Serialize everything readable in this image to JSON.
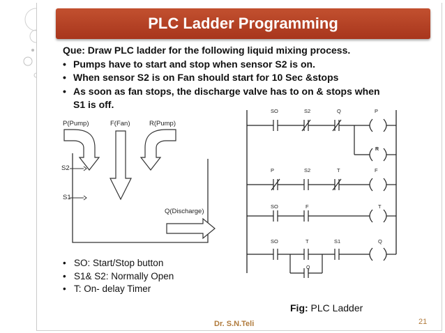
{
  "title": "PLC Ladder Programming",
  "question": {
    "prompt": "Que: Draw  PLC ladder for the following liquid mixing process.",
    "bullets": [
      "Pumps have to start and stop when sensor S2 is on.",
      "When sensor S2 is on Fan should start for 10 Sec &stops",
      "As soon as fan stops, the discharge valve has to on & stops when"
    ],
    "bullet3_cont": "S1 is off.",
    "bullet_glyph": "•"
  },
  "tank": {
    "label_p_pump": "P(Pump)",
    "label_f_fan": "F(Fan)",
    "label_r_pump": "R(Pump)",
    "label_s2": "S2",
    "label_s1": "S1",
    "label_q_discharge": "Q(Discharge)"
  },
  "ladder": {
    "rung1": {
      "c1": "SO",
      "c2": "S2",
      "c3": "Q",
      "coil": "P",
      "branch_coil": "R"
    },
    "rung2": {
      "c1": "P",
      "c2": "S2",
      "c3": "T",
      "coil": "F"
    },
    "rung3": {
      "c1": "SO",
      "c2": "F",
      "coil": "T"
    },
    "rung4": {
      "c1": "SO",
      "c2": "T",
      "c3": "S1",
      "coil": "Q",
      "branch_contact": "Q"
    }
  },
  "notes": [
    "SO: Start/Stop button",
    "S1& S2: Normally Open",
    "T: On- delay Timer"
  ],
  "figure_caption": {
    "prefix": "Fig:",
    "text": "PLC Ladder"
  },
  "footer": {
    "author": "Dr.  S.N.Teli",
    "page": "21"
  },
  "colors": {
    "title_bg": "#b5432a",
    "footer_text": "#b07a3b",
    "deco_circle": "#c9c9c9"
  }
}
